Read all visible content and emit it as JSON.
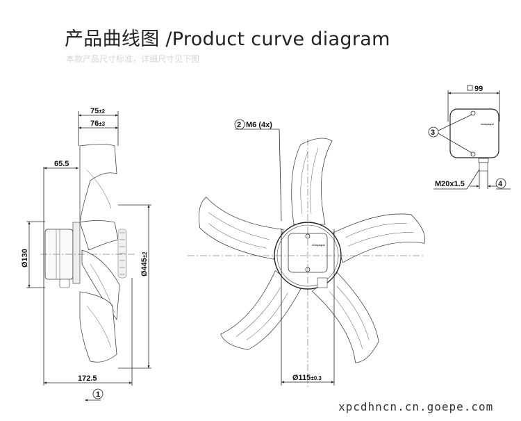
{
  "header": {
    "title": "产品曲线图 /Product curve diagram",
    "subtitle": "本款产品尺寸标准，详细尺寸见下图"
  },
  "side_view": {
    "dim_75": "75",
    "dim_75_tol": "±2",
    "dim_76": "76",
    "dim_76_tol": "±3",
    "dim_65_5": "65.5",
    "dim_130": "Ø130",
    "dim_445": "Ø445",
    "dim_445_tol": "±2",
    "dim_172_5": "172.5",
    "callout_1": "1"
  },
  "front_view": {
    "callout_2": "2",
    "thread_label": "M6 (4x)",
    "dim_115": "Ø115",
    "dim_115_tol": "±0.3",
    "brand_mark": "ebmpapst"
  },
  "terminal_box": {
    "dim_99": "99",
    "callout_3": "3",
    "cable_gland": "M20x1.5",
    "callout_4": "4",
    "brand_mark": "ebmpapst"
  },
  "watermark": "xpcdhncn.cn.goepe.com"
}
